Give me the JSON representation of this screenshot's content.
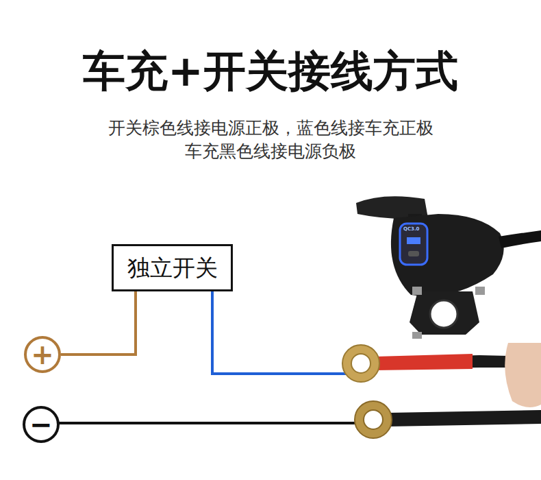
{
  "diagram": {
    "title": "车充+开关接线方式",
    "nodes": [
      {
        "text": [
          "独立开关"
        ]
      },
      {
        "text": [
          "+"
        ]
      },
      {
        "text": [
          "−"
        ]
      }
    ],
    "edges": [
      {
        "from": 0,
        "to": 1,
        "arrow": "none"
      }
    ],
    "labels": [
      "开关棕色线接电源正极，蓝色线接车充正极",
      "车充黑色线接电源负极",
      "QC3.0"
    ]
  }
}
